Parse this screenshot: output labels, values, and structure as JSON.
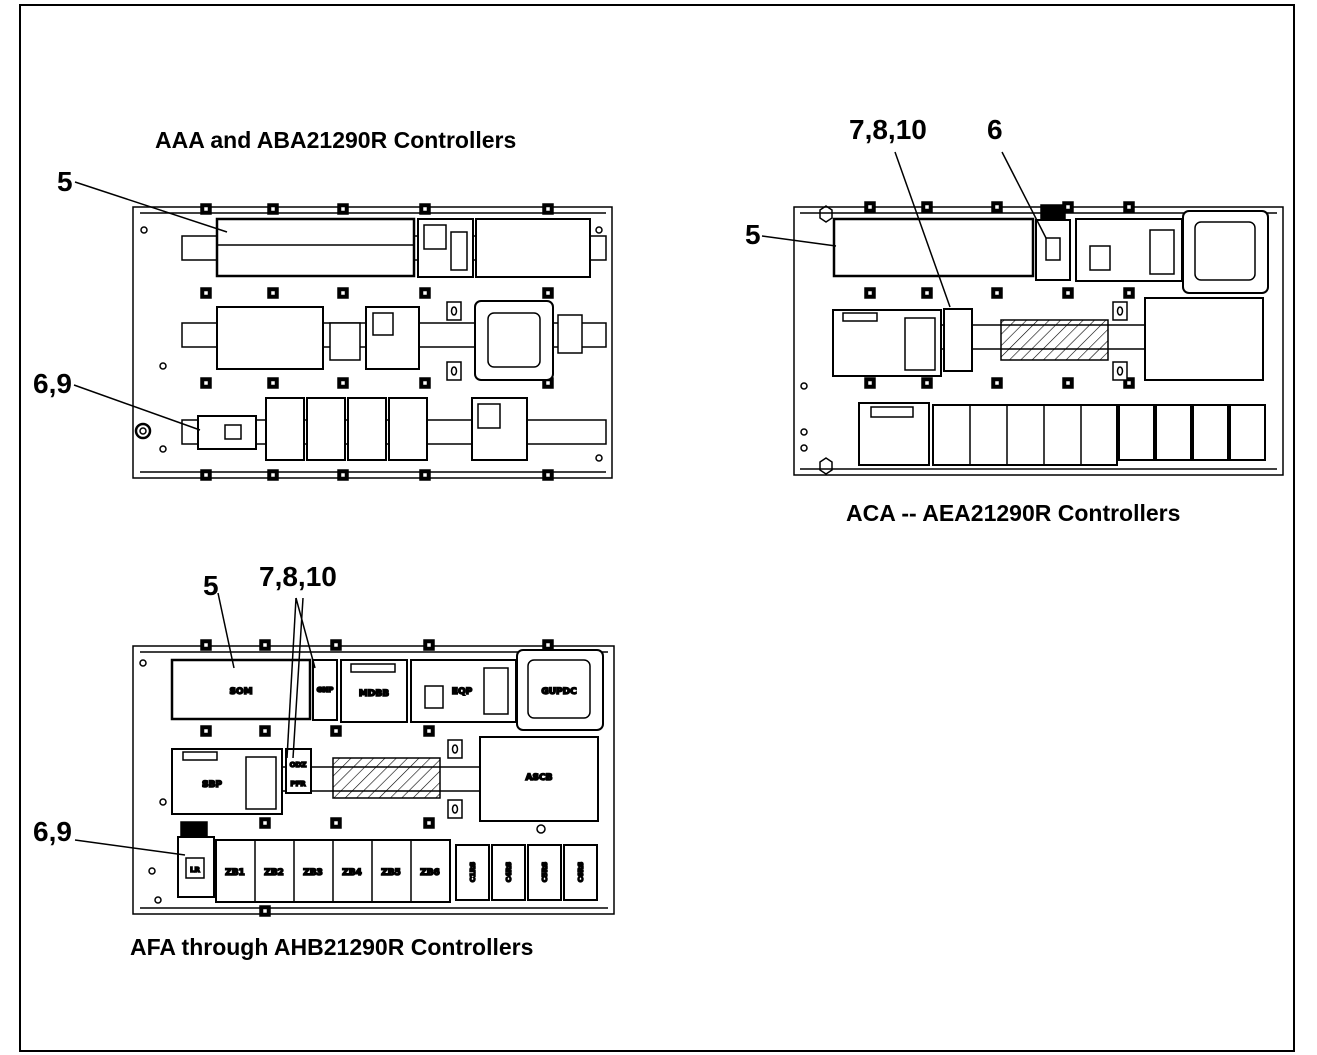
{
  "diagrams": {
    "a": {
      "caption": "AAA and ABA21290R Controllers",
      "callouts": [
        "5",
        "6,9"
      ]
    },
    "b": {
      "caption": "ACA -- AEA21290R Controllers",
      "callouts": [
        "7,8,10",
        "6",
        "5"
      ]
    },
    "c": {
      "caption": "AFA through AHB21290R Controllers",
      "callouts": [
        "5",
        "7,8,10",
        "6,9"
      ],
      "module_labels": {
        "som": "SOM",
        "gnp": "GNP",
        "mdbb": "MDBB",
        "eqp": "EQP",
        "gupdc": "GUPDC",
        "sbp": "SBP",
        "odz": "ODZ",
        "pfr": "PFR",
        "ascb": "ASCB",
        "lr": "LR",
        "zb": [
          "ZB1",
          "ZB2",
          "ZB3",
          "ZB4",
          "ZB5",
          "ZB6"
        ],
        "rs": [
          "C1RS",
          "C4RS",
          "C5RS",
          "C6RS"
        ]
      }
    }
  },
  "colors": {
    "line": "#000000",
    "background": "#ffffff",
    "hatch": "#000000"
  }
}
